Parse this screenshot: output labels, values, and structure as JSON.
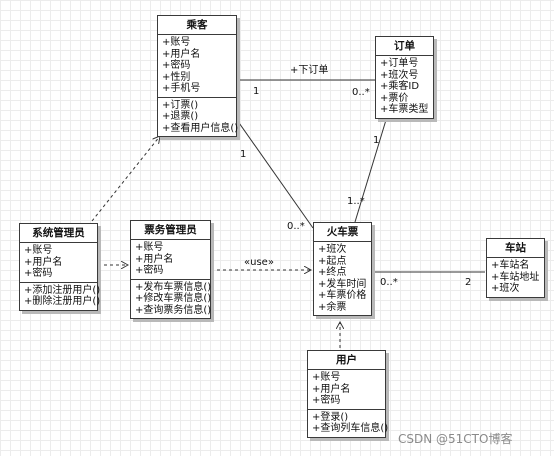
{
  "classes": {
    "passenger": {
      "name": "乘客",
      "attributes": [
        "+账号",
        "+用户名",
        "+密码",
        "+性别",
        "+手机号"
      ],
      "methods": [
        "+订票()",
        "+退票()",
        "+查看用户信息()"
      ]
    },
    "order": {
      "name": "订单",
      "attributes": [
        "+订单号",
        "+班次号",
        "+乘客ID",
        "+票价",
        "+车票类型"
      ]
    },
    "sysadmin": {
      "name": "系统管理员",
      "attributes": [
        "+账号",
        "+用户名",
        "+密码"
      ],
      "methods": [
        "+添加注册用户()",
        "+删除注册用户()"
      ]
    },
    "ticketadmin": {
      "name": "票务管理员",
      "attributes": [
        "+账号",
        "+用户名",
        "+密码"
      ],
      "methods": [
        "+发布车票信息()",
        "+修改车票信息()",
        "+查询票务信息()"
      ]
    },
    "ticket": {
      "name": "火车票",
      "attributes": [
        "+班次",
        "+起点",
        "+终点",
        "+发车时间",
        "+车票价格",
        "+余票"
      ]
    },
    "station": {
      "name": "车站",
      "attributes": [
        "+车站名",
        "+车站地址",
        "+班次"
      ]
    },
    "user": {
      "name": "用户",
      "attributes": [
        "+账号",
        "+用户名",
        "+密码"
      ],
      "methods": [
        "+登录()",
        "+查询列车信息()"
      ]
    }
  },
  "relations": {
    "passenger_order": {
      "label": "+下订单",
      "from_mult": "1",
      "to_mult": "0..*"
    },
    "passenger_ticket": {
      "from_mult": "1",
      "to_mult": "0..*"
    },
    "order_ticket": {
      "from_mult": "1",
      "to_mult": "1..*"
    },
    "ticket_station": {
      "from_mult": "0..*",
      "to_mult": "2"
    },
    "ticketadmin_ticket": {
      "label": "«use»"
    }
  },
  "watermark": "CSDN @51CTO博客"
}
